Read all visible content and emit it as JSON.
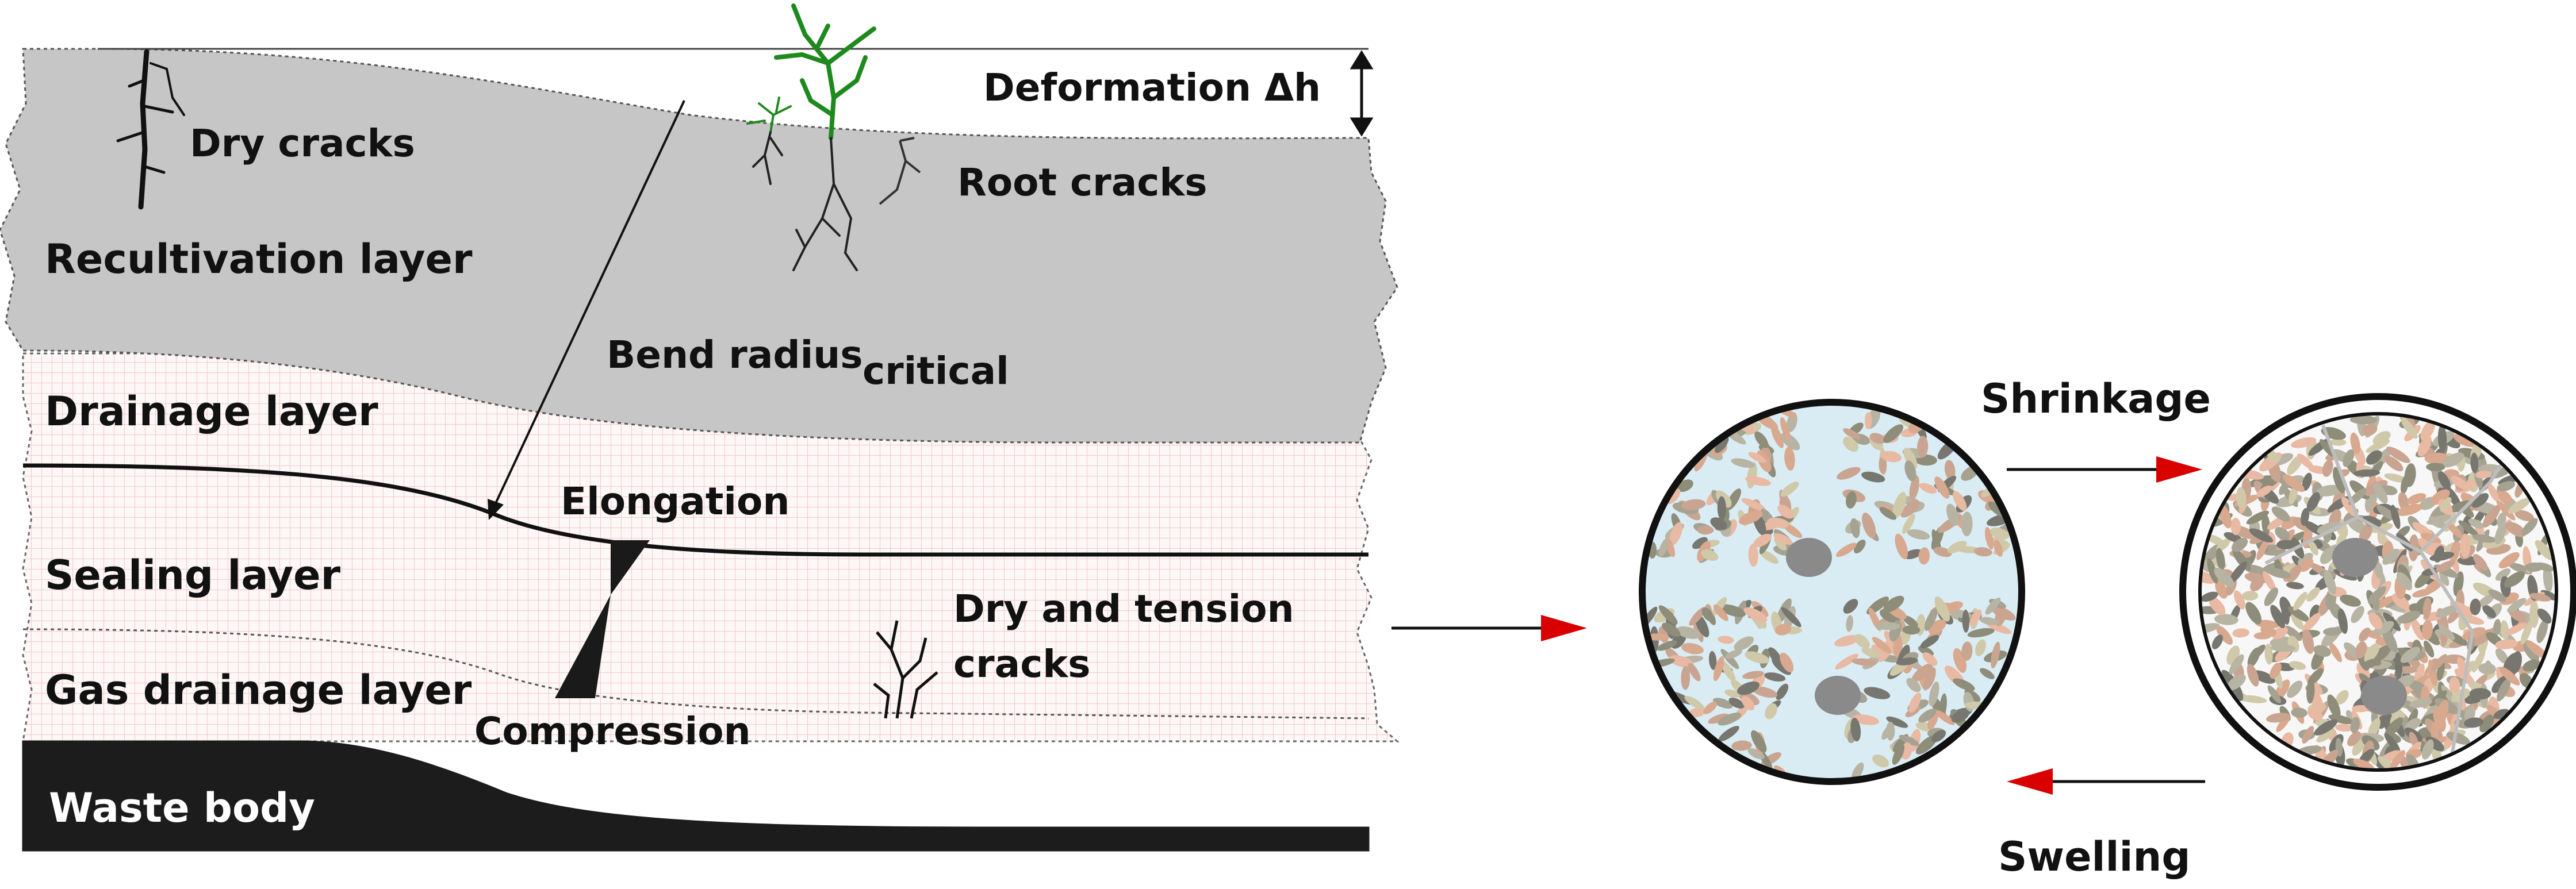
{
  "diagram": {
    "layers": {
      "recultivation": "Recultivation layer",
      "drainage": "Drainage layer",
      "sealing": "Sealing layer",
      "gas_drainage": "Gas drainage layer",
      "waste": "Waste body"
    },
    "annotations": {
      "deformation": "Deformation Δh",
      "dry_cracks": "Dry cracks",
      "root_cracks": "Root cracks",
      "bend_radius": "Bend radius",
      "bend_radius_sub": "critical",
      "elongation": "Elongation",
      "compression": "Compression",
      "dry_tension_line1": "Dry and tension",
      "dry_tension_line2": "cracks"
    },
    "process": {
      "shrinkage": "Shrinkage",
      "swelling": "Swelling"
    }
  },
  "colors": {
    "recultivation_fill": "#c6c6c6",
    "grid_line": "#f2c9c9",
    "grid_background": "#fdf7f7",
    "waste_fill": "#1c1c1c",
    "water": "#d9ecf4",
    "arrow_head": "#d90000",
    "plant": "#1e8a1e"
  }
}
